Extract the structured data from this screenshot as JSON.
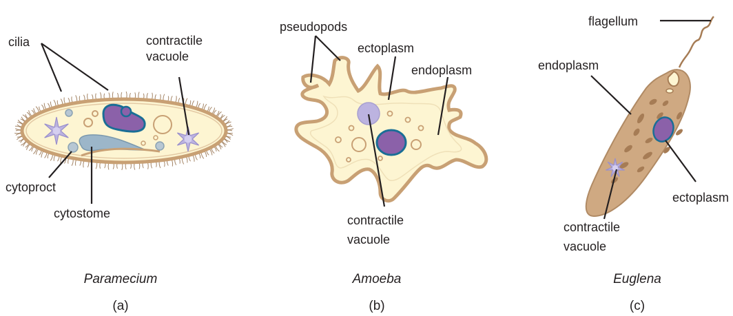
{
  "colors": {
    "cytoplasm": "#fdf5d2",
    "membrane": "#c8a074",
    "nucleus": "#8b61a9",
    "nucleus_outline": "#1a6e96",
    "vacuole": "#bcb3e0",
    "cytostome": "#9cb6c9",
    "euglena_body": "#cfa982",
    "euglena_organelle": "#a67c55"
  },
  "panels": [
    {
      "id": "a",
      "organism": "Paramecium",
      "letter": "(a)",
      "labels": {
        "cilia": "cilia",
        "contractile_vacuole": "contractile\nvacuole",
        "cytoproct": "cytoproct",
        "cytostome": "cytostome"
      }
    },
    {
      "id": "b",
      "organism": "Amoeba",
      "letter": "(b)",
      "labels": {
        "pseudopods": "pseudopods",
        "ectoplasm": "ectoplasm",
        "endoplasm": "endoplasm",
        "contractile_vacuole": "contractile\nvacuole"
      }
    },
    {
      "id": "c",
      "organism": "Euglena",
      "letter": "(c)",
      "labels": {
        "flagellum": "flagellum",
        "endoplasm": "endoplasm",
        "ectoplasm": "ectoplasm",
        "contractile_vacuole": "contractile\nvacuole"
      }
    }
  ]
}
